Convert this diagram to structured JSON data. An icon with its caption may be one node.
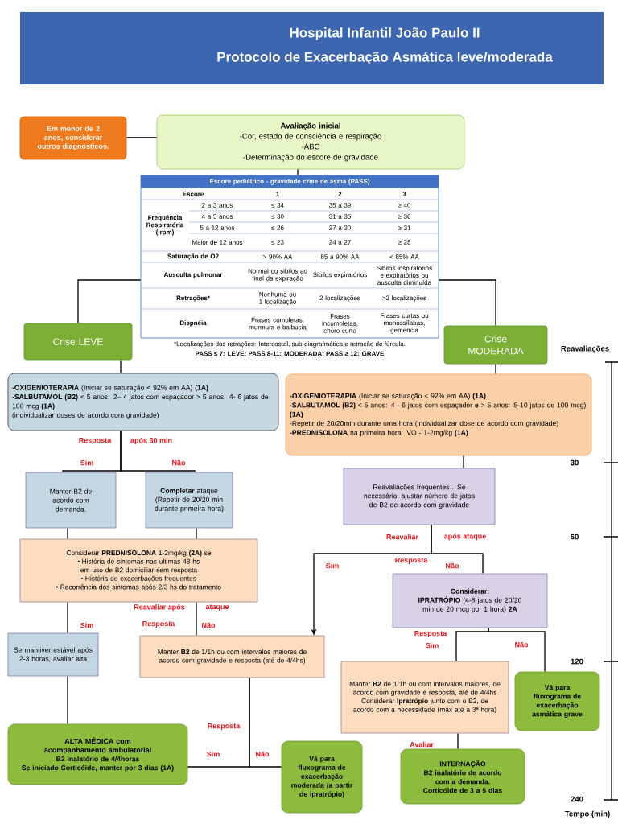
{
  "diagram": {
    "title": "Hospital Infantil João Paulo II",
    "nodes": [
      {
        "text": [
          "Em menor de 2 anos, considerar outros diagnósticos."
        ]
      },
      {
        "text": [
          "Avaliação inicial",
          "-Cor, estado de consciência e respiração",
          "-ABC",
          "-Determinação do escore de gravidade"
        ]
      },
      {
        "text": [
          "Escore pediátrico - gravidade crise de asma (PASS)",
          "Escore",
          "1",
          "2",
          "3",
          "Frequência Respiratória (irpm)",
          "2 a 3 anos",
          "≤ 34",
          "35 a 39",
          "≥ 40",
          "4 a 5 anos",
          "≤ 30",
          "31 a 35",
          "≥ 36",
          "5 a 12 anos",
          "≤ 26",
          "27 a 30",
          "≥ 31",
          "Maior de 12 anos",
          "≤ 23",
          "24 a 27",
          "≥ 28",
          "Saturação de O2",
          "> 90% AA",
          "85 a 90% AA",
          "< 85% AA",
          "Ausculta pulmonar",
          "Normal ou sibilos ao final da expiração",
          "Sibilos expiratórios",
          "Sibilos inspiratórios e expiratórios ou ausculta diminuída",
          "Retrações*",
          "Nenhuma ou 1 localização",
          "2 localizações",
          ">3 localizações",
          "Dispnéia",
          "Frases completas, murmura e balbucia",
          "Frases incompletas, choro curto",
          "Frases curtas ou monossílabas, gemência"
        ]
      },
      {
        "text": [
          "Crise LEVE"
        ]
      },
      {
        "text": [
          "Crise MODERADA"
        ]
      },
      {
        "text": [
          "**-OXIGENIOTERAPIA** (Iniciar se saturação < 92% em AA) **(1A)**",
          "**-SALBUTAMOL (B2)** < 5 anos: 2– 4 jatos com espaçador > 5 anos: 4- 6 jatos de 100 mcg **(1A)**",
          "(individualizar doses de acordo com gravidade)"
        ]
      },
      {
        "text": [
          "**-OXIGENIOTERAPIA** (Iniciar se saturação < 92% em AA) **(1A)**",
          "**-SALBUTAMOL (B2)** < 5 anos: 4 - 6 jatos com espaçador **e** > 5 anos: 5-10 jatos de 100 mcg) **(1A)**",
          "-Repetir de 20/20min durante uma hora (individualizar dose de acordo com gravidade)",
          "**-PREDNISOLONA** na primeira hora: VO - 1-2mg/kg **(1A)**"
        ]
      },
      {
        "text": [
          "Manter B2 de acordo com demanda."
        ]
      },
      {
        "text": [
          "**Completar** ataque (Repetir de 20/20 min durante primeira hora)"
        ]
      },
      {
        "text": [
          "Considerar **PREDNISOLONA** 1-2mg/kg **(2A)** se",
          "História de sintomas nas ultimas 48 hs em uso de B2 domiciliar sem resposta",
          "História de exacerbações frequentes",
          "Recorrência dos sintomas após 2/3 hs do tratamento"
        ]
      },
      {
        "text": [
          "Se mantiver estável após 2-3 horas, avaliar alta"
        ]
      },
      {
        "text": [
          "Manter **B2** de 1/1h ou com intervalos maiores de acordo com gravidade e resposta (até de 4/4hs)"
        ]
      },
      {
        "text": [
          "ALTA MÉDICA com acompanhamento ambulatorial",
          "B2 inalatório de 4/4horas",
          "Se iniciado Corticóide, manter por 3 dias (1A)"
        ]
      },
      {
        "text": [
          "Vá para fluxograma de exacerbação moderada (a partir de ipratrópio)"
        ]
      },
      {
        "text": [
          "Reavaliações frequentes . Se necessário, ajustar número de jatos de B2 de acordo com gravidade"
        ]
      },
      {
        "text": [
          "Considerar:",
          "**IPRATRÓPIO** (4-8 jatos de 20/20 min de 20 mcg por 1 hora) **2A**"
        ]
      },
      {
        "text": [
          "Manter **B2** de 1/1h ou com intervalos maiores, de acordo com gravidade e resposta, até de 4/4hs",
          "Considerar **Ipratrópio** junto com o B2, de acordo com a necessidade (máx até a 3ª hora)"
        ]
      },
      {
        "text": [
          "Vá para fluxograma de exacerbação asmática grave"
        ]
      },
      {
        "text": [
          "INTERNAÇÃO",
          "B2 inalatório de acordo com a demanda.",
          "Corticóide de 3 a 5 dias"
        ]
      }
    ],
    "edges": [
      {
        "from": 0,
        "to": 1,
        "arrow": "none"
      },
      {
        "from": 1,
        "to": 2,
        "arrow": "none"
      },
      {
        "from": 2,
        "to": 3,
        "arrow": "none"
      },
      {
        "from": 2,
        "to": 4,
        "arrow": "none"
      },
      {
        "from": 3,
        "to": 5,
        "arrow": "none"
      },
      {
        "from": 4,
        "to": 6,
        "arrow": "none"
      },
      {
        "from": 5,
        "to": 7,
        "arrow": "none",
        "label": "Sim"
      },
      {
        "from": 5,
        "to": 8,
        "arrow": "none",
        "label": "Não"
      },
      {
        "from": 7,
        "to": 9,
        "arrow": "none"
      },
      {
        "from": 8,
        "to": 9,
        "arrow": "none"
      },
      {
        "from": 9,
        "to": 10,
        "arrow": "none",
        "label": "Sim"
      },
      {
        "from": 9,
        "to": 11,
        "arrow": "none",
        "label": "Não"
      },
      {
        "from": 10,
        "to": 12,
        "arrow": "none"
      },
      {
        "from": 11,
        "to": 12,
        "arrow": "none",
        "label": "Sim"
      },
      {
        "from": 11,
        "to": 13,
        "arrow": "none",
        "label": "Não"
      },
      {
        "from": 6,
        "to": 14,
        "arrow": "none"
      },
      {
        "from": 14,
        "to": 11,
        "arrow": "to",
        "label": "Sim"
      },
      {
        "from": 14,
        "to": 15,
        "arrow": "none",
        "label": "Não"
      },
      {
        "from": 15,
        "to": 16,
        "arrow": "none",
        "label": "Sim"
      },
      {
        "from": 15,
        "to": 17,
        "arrow": "none",
        "label": "Não"
      },
      {
        "from": 16,
        "to": 18,
        "arrow": "none",
        "label": "Avaliar"
      }
    ],
    "labels": [
      "Protocolo de Exacerbação Asmática leve/moderada",
      "*Localizações das retrações: Intercostal, sub-diagrafmática e retração de fúrcula.",
      "PASS ≤ 7: LEVE; PASS 8-11: MODERADA; PASS ≥ 12: GRAVE",
      "Reavaliações",
      "Resposta",
      "após 30 min",
      "30",
      "Reavaliar",
      "após ataque",
      "60",
      "Resposta",
      "Reavaliar após",
      "ataque",
      "Resposta",
      "Resposta",
      "120",
      "Resposta",
      "240",
      "Tempo (min)"
    ]
  }
}
